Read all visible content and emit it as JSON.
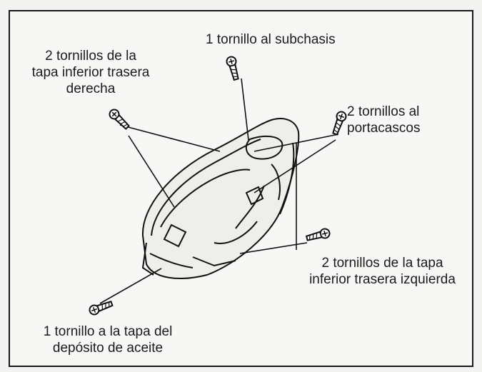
{
  "labels": {
    "subchasis": "1 tornillo al subchasis",
    "derecha": [
      "2 tornillos de la",
      "tapa inferior trasera",
      "derecha"
    ],
    "portacascos": [
      "2 tornillos al",
      "portacascos"
    ],
    "izquierda": [
      "2 tornillos de la tapa",
      "inferior trasera izquierda"
    ],
    "aceite": [
      "1 tornillo a la tapa del",
      "depósito de aceite"
    ]
  },
  "icons": [
    "screw-icon",
    "rear-cover-part"
  ],
  "colors": {
    "ink": "#1b1b1b",
    "paper": "#f7f7f5"
  }
}
